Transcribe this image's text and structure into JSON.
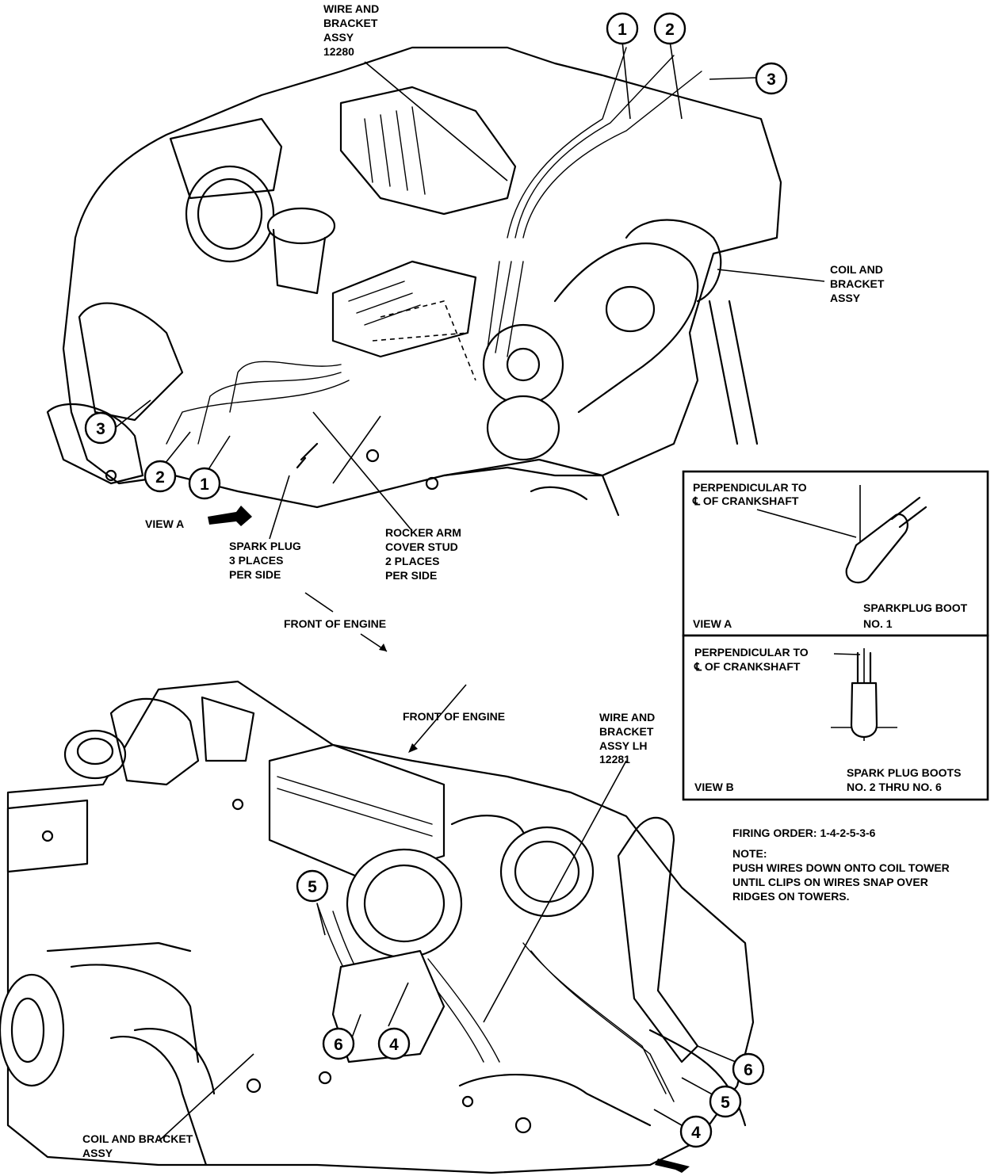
{
  "labels": {
    "wire_bracket_rh": [
      "WIRE AND",
      "BRACKET",
      "ASSY",
      "12280"
    ],
    "coil_bracket_top": [
      "COIL AND",
      "BRACKET",
      "ASSY"
    ],
    "view_a_arrow": "VIEW A",
    "spark_plug": [
      "SPARK PLUG",
      "3 PLACES",
      "PER SIDE"
    ],
    "rocker_arm": [
      "ROCKER ARM",
      "COVER STUD",
      "2 PLACES",
      "PER SIDE"
    ],
    "front_of_engine_1": "FRONT OF ENGINE",
    "front_of_engine_2": "FRONT OF ENGINE",
    "wire_bracket_lh": [
      "WIRE AND",
      "BRACKET",
      "ASSY LH",
      "12281"
    ],
    "coil_bracket_bottom": [
      "COIL AND BRACKET",
      "ASSY"
    ],
    "firing_order": "FIRING ORDER: 1-4-2-5-3-6",
    "note_title": "NOTE:",
    "note_lines": [
      "PUSH WIRES DOWN ONTO COIL TOWER",
      "UNTIL CLIPS ON WIRES SNAP OVER",
      "RIDGES ON TOWERS."
    ]
  },
  "view_a_panel": {
    "line1": "PERPENDICULAR TO",
    "line2": "℄ OF CRANKSHAFT",
    "boot_label": [
      "SPARKPLUG BOOT",
      "NO. 1"
    ],
    "view_label": "VIEW A"
  },
  "view_b_panel": {
    "line1": "PERPENDICULAR TO",
    "line2": "℄ OF CRANKSHAFT",
    "boot_label": [
      "SPARK PLUG BOOTS",
      "NO. 2 THRU NO. 6"
    ],
    "view_label": "VIEW B"
  },
  "callouts_top": [
    "1",
    "2",
    "3",
    "3",
    "2",
    "1"
  ],
  "callouts_bottom": [
    "5",
    "6",
    "4",
    "6",
    "5",
    "4"
  ]
}
